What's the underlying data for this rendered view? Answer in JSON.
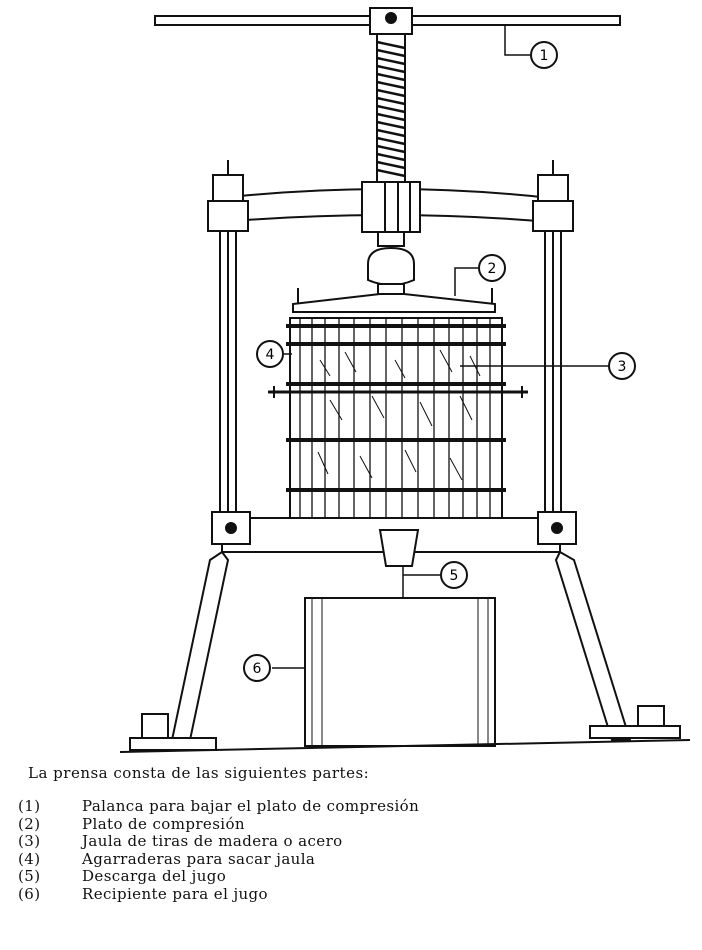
{
  "callouts": [
    {
      "num": "1",
      "label": "(1)",
      "text": "Palanca para bajar el plato de compresión"
    },
    {
      "num": "2",
      "label": "(2)",
      "text": "Plato de compresión"
    },
    {
      "num": "3",
      "label": "(3)",
      "text": "Jaula de tiras de madera o acero"
    },
    {
      "num": "4",
      "label": "(4)",
      "text": "Agarraderas para sacar jaula"
    },
    {
      "num": "5",
      "label": "(5)",
      "text": "Descarga del jugo"
    },
    {
      "num": "6",
      "label": "(6)",
      "text": "Recipiente para el jugo"
    }
  ],
  "caption": {
    "intro": "La prensa consta de las siguientes partes:"
  }
}
